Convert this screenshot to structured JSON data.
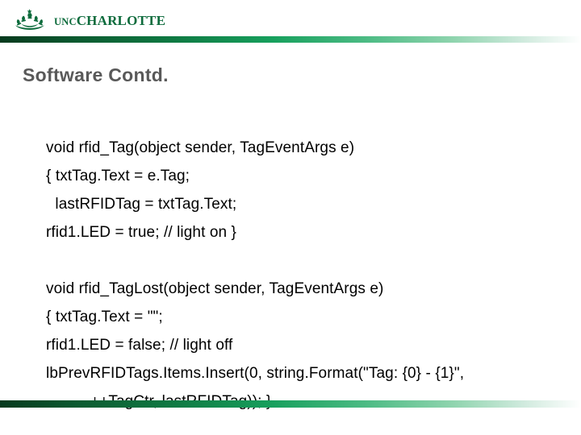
{
  "branding": {
    "logo_icon": "unc-charlotte-crown-logo",
    "wordmark_prefix": "UNC",
    "wordmark_main": "CHARLOTTE",
    "wordmark_full": "UNC CHARLOTTE",
    "brand_green": "#0d6b3c"
  },
  "slide": {
    "title": "Software Contd.",
    "title_color": "#595959",
    "background": "#ffffff"
  },
  "decor": {
    "top_rule_name": "top-gradient-rule",
    "bottom_rule_name": "bottom-gradient-rule",
    "gradient_start": "#063a1e",
    "gradient_end": "#ffffff"
  },
  "content": {
    "block_one": [
      "void rfid_Tag(object sender, TagEventArgs e)",
      "{ txtTag.Text = e.Tag;",
      " lastRFIDTag = txtTag.Text;",
      "rfid1.LED = true; // light on }"
    ],
    "block_two": [
      "void rfid_TagLost(object sender, TagEventArgs e)",
      "{ txtTag.Text = \"\";",
      "rfid1.LED = false; // light off",
      "lbPrevRFIDTags.Items.Insert(0, string.Format(\"Tag: {0} - {1}\",",
      "++TagCtr, lastRFIDTag)); }"
    ]
  }
}
